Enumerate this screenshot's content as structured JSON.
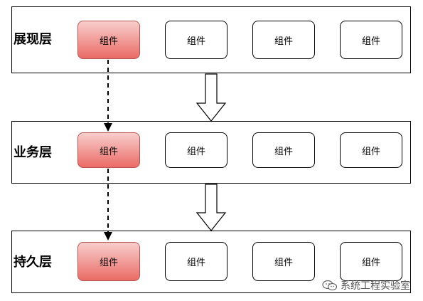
{
  "layers": [
    {
      "label": "展现层",
      "components": [
        "组件",
        "组件",
        "组件",
        "组件"
      ]
    },
    {
      "label": "业务层",
      "components": [
        "组件",
        "组件",
        "组件",
        "组件"
      ]
    },
    {
      "label": "持久层",
      "components": [
        "组件",
        "组件",
        "组件",
        "组件"
      ]
    }
  ],
  "colors": {
    "highlight_fill_top": "#f8cecc",
    "highlight_fill_bottom": "#ea6b66",
    "highlight_border": "#b85450",
    "border": "#000000"
  },
  "watermark": {
    "icon": "wechat-icon",
    "text": "系统工程实验室"
  }
}
